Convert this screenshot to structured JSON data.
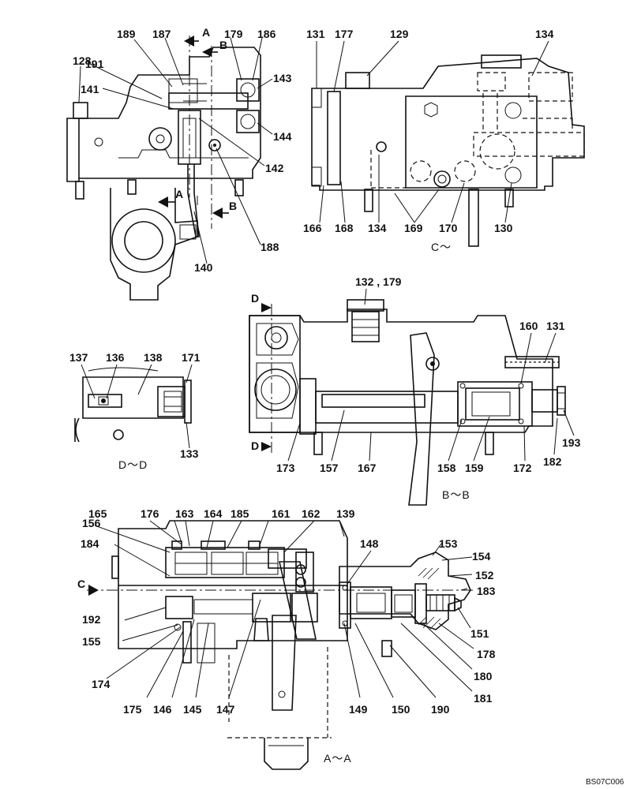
{
  "figure_code": "BS07C006",
  "sections": {
    "top_left": "",
    "c": "C～",
    "dd": "D～D",
    "bb": "B～B",
    "aa": "A～A"
  },
  "cut_markers": {
    "a": "A",
    "b": "B",
    "c": "C",
    "d": "D"
  },
  "callouts": {
    "c128": "128",
    "c129": "129",
    "c130": "130",
    "c131": "131",
    "c131b": "131",
    "c132_179": "132 , 179",
    "c133": "133",
    "c134": "134",
    "c134b": "134",
    "c136": "136",
    "c137": "137",
    "c138": "138",
    "c139": "139",
    "c140": "140",
    "c141": "141",
    "c142": "142",
    "c143": "143",
    "c144": "144",
    "c145": "145",
    "c146": "146",
    "c147": "147",
    "c148": "148",
    "c149": "149",
    "c150": "150",
    "c151": "151",
    "c152": "152",
    "c153": "153",
    "c154": "154",
    "c155": "155",
    "c156": "156",
    "c157": "157",
    "c158": "158",
    "c159": "159",
    "c160": "160",
    "c161": "161",
    "c162": "162",
    "c163": "163",
    "c164": "164",
    "c165": "165",
    "c166": "166",
    "c167": "167",
    "c168": "168",
    "c169": "169",
    "c170": "170",
    "c171": "171",
    "c172": "172",
    "c173": "173",
    "c174": "174",
    "c175": "175",
    "c176": "176",
    "c177": "177",
    "c178": "178",
    "c179": "179",
    "c180": "180",
    "c181": "181",
    "c182": "182",
    "c183": "183",
    "c184": "184",
    "c185": "185",
    "c186": "186",
    "c187": "187",
    "c188": "188",
    "c189": "189",
    "c190": "190",
    "c191": "191",
    "c192": "192",
    "c193": "193"
  }
}
